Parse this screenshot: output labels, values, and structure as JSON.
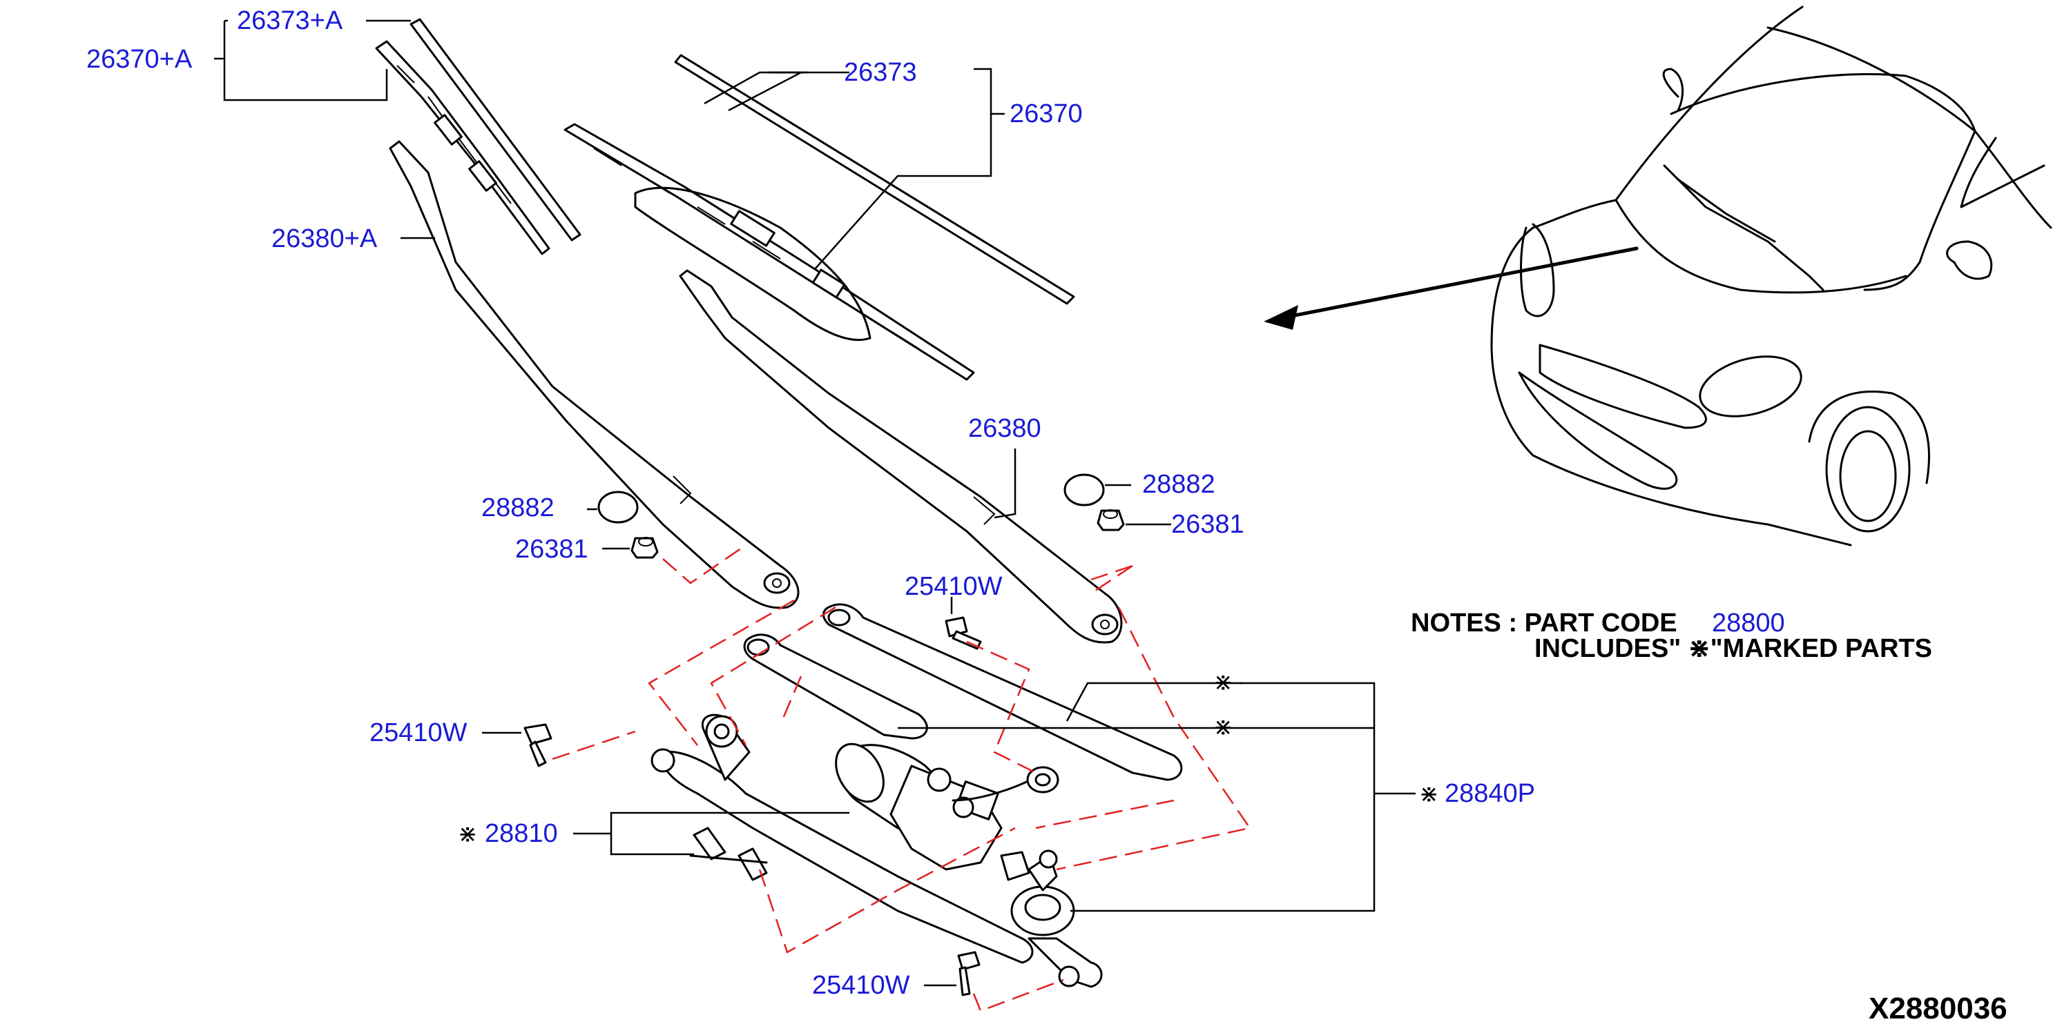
{
  "labels": {
    "blade_left_set": "26370+A",
    "refill_left": "26373+A",
    "arm_left": "26380+A",
    "refill_right": "26373",
    "blade_right": "26370",
    "arm_right": "26380",
    "cap_left": "28882",
    "nut_left": "26381",
    "cap_right": "28882",
    "nut_right": "26381",
    "bolt_top": "25410W",
    "bolt_left": "25410W",
    "bolt_bottom": "25410W",
    "motor": "28810",
    "linkage_assy": "28840P"
  },
  "symbols": {
    "star": "⋇"
  },
  "notes": {
    "line1_prefix": "NOTES : PART CODE",
    "line1_code": "28800",
    "line2": "INCLUDES\" ⋇\"MARKED PARTS"
  },
  "drawing_id": "X2880036",
  "colors": {
    "callout_text": "#1a1ad6",
    "dashed_guide": "#e32020",
    "line_art": "#000000"
  }
}
